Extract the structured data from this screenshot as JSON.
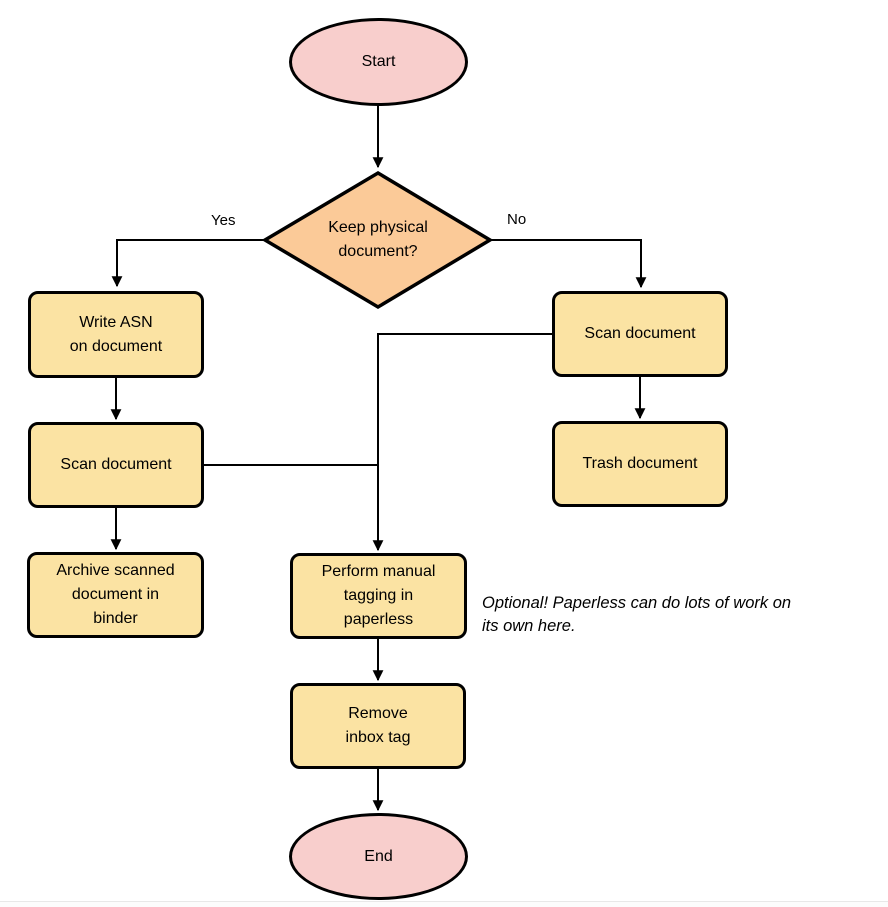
{
  "colors": {
    "terminal-fill": "#F8CECC",
    "decision-fill": "#FBCA98",
    "process-fill": "#FBE3A3",
    "stroke": "#000000"
  },
  "nodes": {
    "start": {
      "label": "Start",
      "type": "terminal"
    },
    "decision": {
      "label": "Keep physical\ndocument?",
      "type": "decision"
    },
    "write_asn": {
      "label": "Write ASN\non document",
      "type": "process"
    },
    "scan_left": {
      "label": "Scan document",
      "type": "process"
    },
    "archive": {
      "label": "Archive scanned\ndocument in\nbinder",
      "type": "process"
    },
    "scan_right": {
      "label": "Scan document",
      "type": "process"
    },
    "trash": {
      "label": "Trash document",
      "type": "process"
    },
    "tagging": {
      "label": "Perform manual\ntagging in\npaperless",
      "type": "process"
    },
    "remove_inbox": {
      "label": "Remove\ninbox tag",
      "type": "process"
    },
    "end": {
      "label": "End",
      "type": "terminal"
    }
  },
  "edge_labels": {
    "yes": "Yes",
    "no": "No"
  },
  "annotation": {
    "text": "Optional! Paperless can do lots of work on\nits own here."
  }
}
